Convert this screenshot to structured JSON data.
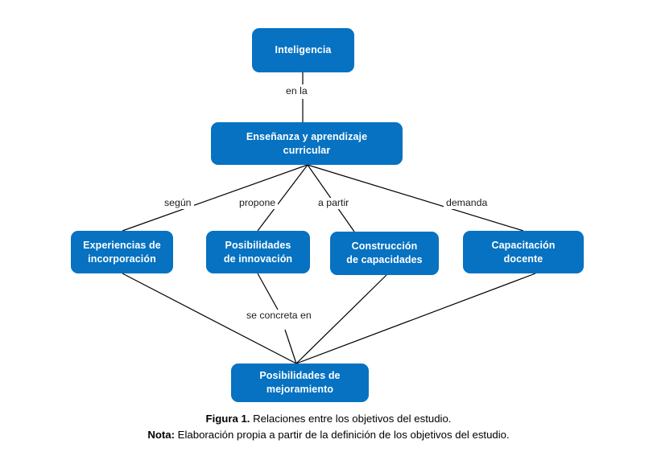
{
  "figure": {
    "colors": {
      "node_fill": "#0672c1",
      "node_text": "#ffffff",
      "edge_stroke": "#000000",
      "background": "#ffffff"
    },
    "nodes": [
      {
        "id": "inteligencia",
        "label": "Inteligencia"
      },
      {
        "id": "ensenanza",
        "label": "Enseñanza y aprendizaje\ncurricular"
      },
      {
        "id": "experiencias",
        "label": "Experiencias de\nincorporación"
      },
      {
        "id": "posibilidades-innovacion",
        "label": "Posibilidades\nde innovación"
      },
      {
        "id": "construccion",
        "label": "Construcción\nde capacidades"
      },
      {
        "id": "capacitacion",
        "label": "Capacitación\ndocente"
      },
      {
        "id": "mejoramiento",
        "label": "Posibilidades de\nmejoramiento"
      }
    ],
    "edge_labels": [
      {
        "id": "en-la",
        "text": "en la"
      },
      {
        "id": "segun",
        "text": "según"
      },
      {
        "id": "propone",
        "text": "propone"
      },
      {
        "id": "a-partir",
        "text": "a partir"
      },
      {
        "id": "demanda",
        "text": "demanda"
      },
      {
        "id": "se-concreta-en",
        "text": "se concreta en"
      }
    ]
  },
  "caption": {
    "figure_number": "Figura 1.",
    "figure_text": " Relaciones entre los objetivos del estudio.",
    "note_label": "Nota:",
    "note_text": " Elaboración propia a partir de la definición de los objetivos del estudio."
  }
}
